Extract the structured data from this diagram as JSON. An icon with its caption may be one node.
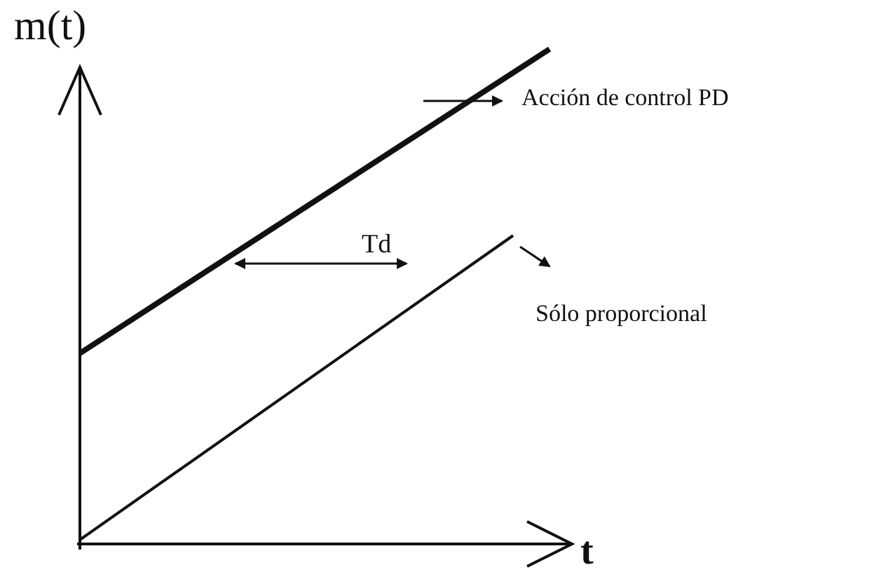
{
  "diagram": {
    "nodes": [
      {
        "text": [
          "Acción de control PD"
        ]
      },
      {
        "text": [
          "Sólo proporcional"
        ]
      },
      {
        "text": [],
        "shape": "line"
      },
      {
        "text": [],
        "shape": "line"
      }
    ],
    "edges": [
      {
        "from": 2,
        "to": 0,
        "arrow": "to"
      },
      {
        "from": 3,
        "to": 1,
        "arrow": "to"
      }
    ],
    "labels": [
      "m(t)",
      "Td",
      "t"
    ]
  }
}
